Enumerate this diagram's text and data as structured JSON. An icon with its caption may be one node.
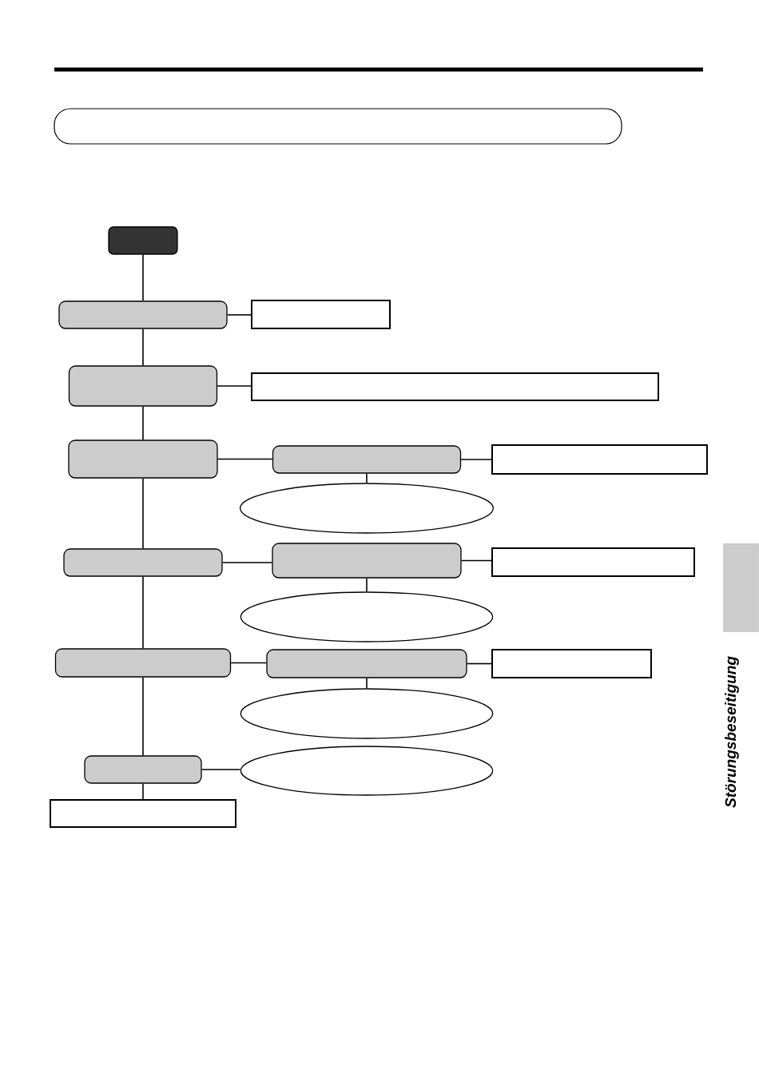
{
  "diagram": {
    "nodes": [
      {
        "text": [],
        "shape": "box"
      },
      {
        "text": [],
        "shape": "box"
      },
      {
        "text": [],
        "shape": "box"
      },
      {
        "text": [],
        "shape": "box"
      },
      {
        "text": [],
        "shape": "box"
      },
      {
        "text": [],
        "shape": "box"
      },
      {
        "text": [],
        "shape": "box"
      },
      {
        "text": [],
        "shape": "box"
      },
      {
        "text": [],
        "shape": "ellipse"
      },
      {
        "text": [],
        "shape": "box"
      },
      {
        "text": [],
        "shape": "box"
      },
      {
        "text": [],
        "shape": "box"
      },
      {
        "text": [],
        "shape": "ellipse"
      },
      {
        "text": [],
        "shape": "box"
      },
      {
        "text": [],
        "shape": "box"
      },
      {
        "text": [],
        "shape": "box"
      },
      {
        "text": [],
        "shape": "ellipse"
      },
      {
        "text": [],
        "shape": "box"
      },
      {
        "text": [],
        "shape": "ellipse"
      },
      {
        "text": [],
        "shape": "box"
      },
      {
        "text": [],
        "shape": "box"
      }
    ],
    "edges": [
      {
        "from": 0,
        "to": 1,
        "arrow": "none"
      },
      {
        "from": 1,
        "to": 2,
        "arrow": "none"
      },
      {
        "from": 1,
        "to": 3,
        "arrow": "none"
      },
      {
        "from": 3,
        "to": 4,
        "arrow": "none"
      },
      {
        "from": 3,
        "to": 5,
        "arrow": "none"
      },
      {
        "from": 5,
        "to": 6,
        "arrow": "none"
      },
      {
        "from": 6,
        "to": 7,
        "arrow": "none"
      },
      {
        "from": 6,
        "to": 8,
        "arrow": "none"
      },
      {
        "from": 5,
        "to": 9,
        "arrow": "none"
      },
      {
        "from": 9,
        "to": 10,
        "arrow": "none"
      },
      {
        "from": 10,
        "to": 11,
        "arrow": "none"
      },
      {
        "from": 10,
        "to": 12,
        "arrow": "none"
      },
      {
        "from": 9,
        "to": 13,
        "arrow": "none"
      },
      {
        "from": 13,
        "to": 14,
        "arrow": "none"
      },
      {
        "from": 14,
        "to": 15,
        "arrow": "none"
      },
      {
        "from": 14,
        "to": 16,
        "arrow": "none"
      },
      {
        "from": 13,
        "to": 17,
        "arrow": "none"
      },
      {
        "from": 17,
        "to": 18,
        "arrow": "none"
      },
      {
        "from": 17,
        "to": 19,
        "arrow": "none"
      }
    ],
    "labels": [
      "Störungsbeseitigung"
    ]
  }
}
